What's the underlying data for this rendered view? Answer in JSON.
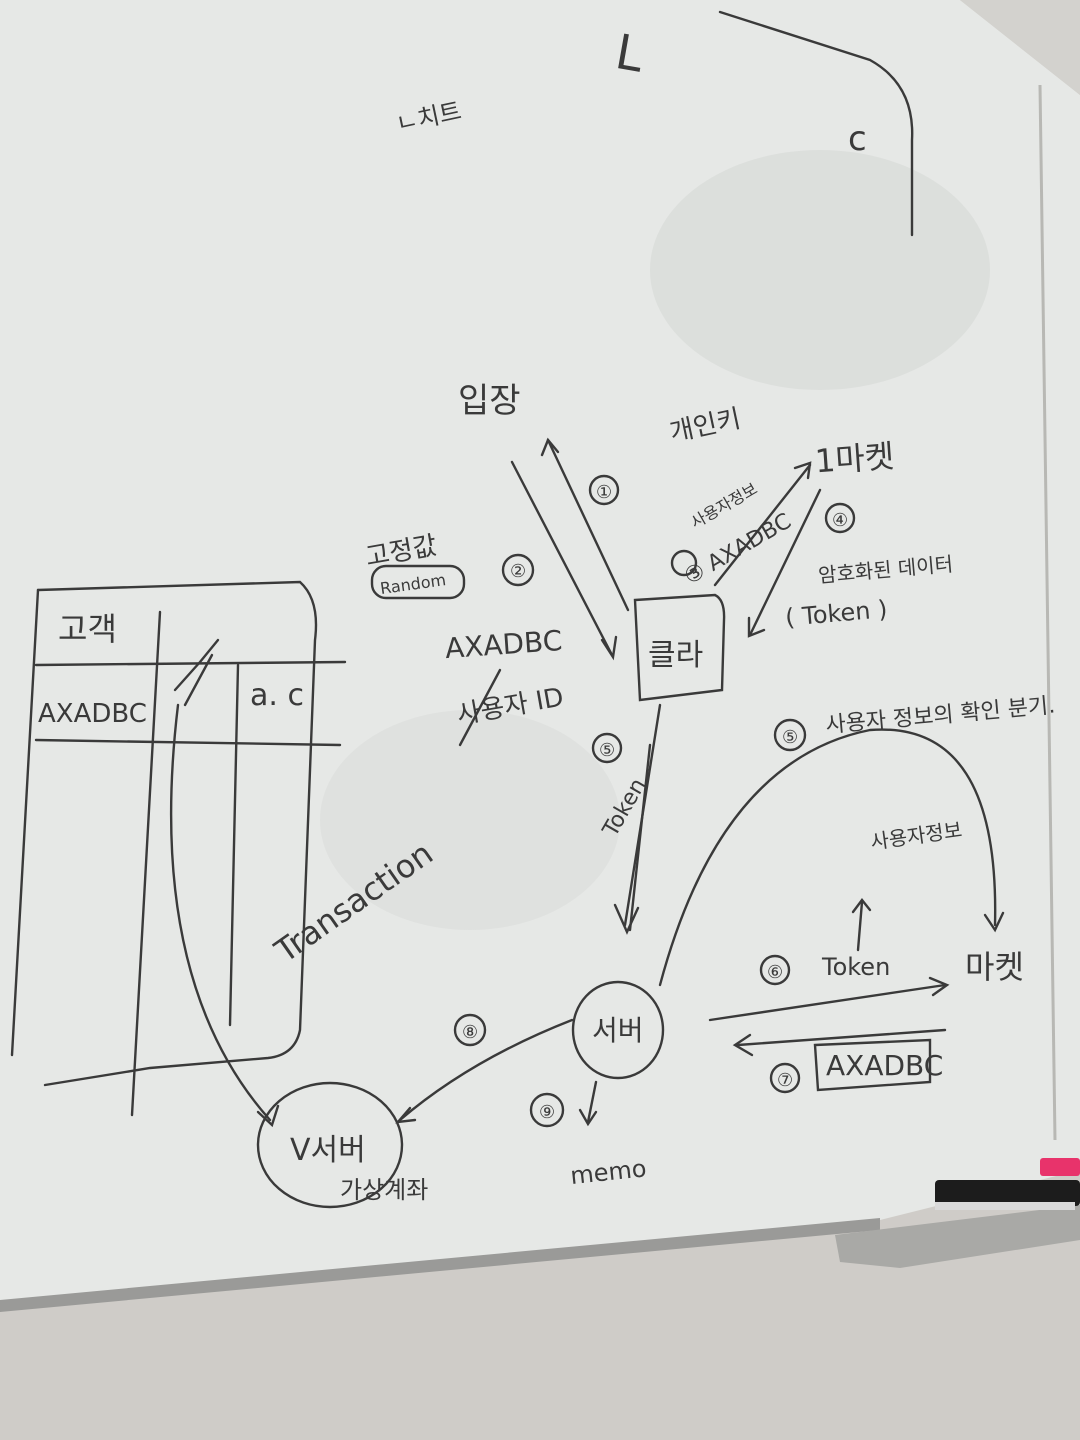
{
  "colors": {
    "wall": "#cfccc8",
    "board": "#e6e8e6",
    "ink": "#333333",
    "frame": "#9a9a98",
    "eraser_accent": "#e8336b"
  },
  "labels": {
    "top_scribble": "L",
    "top_left_word": "ㄴ치트",
    "c_mark": "c",
    "enter_label": "입장",
    "private_key": "개인키",
    "market1": "1마켓",
    "step1": "①",
    "step2": "②",
    "step3": "③ AXADBC",
    "step3_top": "사용자정보",
    "step4": "④",
    "encrypted": "암호화된 데이터",
    "token_paren": "( Token )",
    "random_box": "Random",
    "random_title": "고정값",
    "axadbc_mid": "AXADBC",
    "user_id": "사용자 ID",
    "client": "클라",
    "step5": "⑤",
    "token5": "Token",
    "step5b": "⑤",
    "verify_note": "사용자 정보의 확인 분기.",
    "user_info": "사용자정보",
    "server": "서버",
    "step6": "⑥",
    "token6": "Token",
    "market2": "마켓",
    "step7": "⑦",
    "axadbc_box": "AXADBC",
    "step8": "⑧",
    "step9": "⑨",
    "memo": "memo",
    "vserver": "V서버",
    "vserver_sub": "가상계좌",
    "table_header": "고객",
    "table_row_key": "AXADBC",
    "table_row_val": "a. c",
    "transaction": "Transaction"
  }
}
